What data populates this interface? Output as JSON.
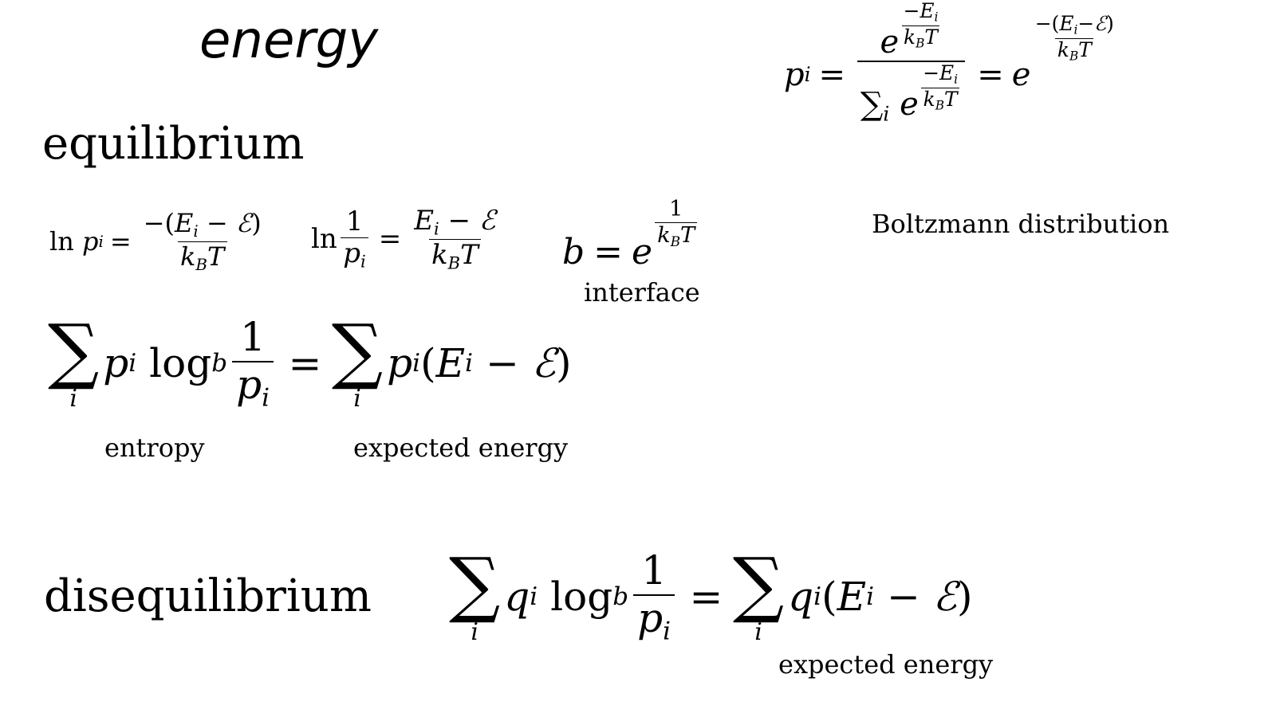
{
  "title": "energy",
  "headings": {
    "equilibrium": "equilibrium",
    "disequilibrium": "disequilibrium"
  },
  "labels": {
    "boltzmann": "Boltzmann distribution",
    "interface": "interface",
    "entropy": "entropy",
    "expected_energy_1": "expected energy",
    "expected_energy_2": "expected energy"
  },
  "sym": {
    "p": "p",
    "q": "q",
    "i": "i",
    "E": "E",
    "calE": "ℰ",
    "k": "k",
    "B": "B",
    "T": "T",
    "e": "e",
    "b": "b",
    "one": "1",
    "eq": "=",
    "minus": "−",
    "neg": "−",
    "lp": "(",
    "rp": ")",
    "sum": "∑",
    "ln": "ln",
    "log": "log"
  }
}
